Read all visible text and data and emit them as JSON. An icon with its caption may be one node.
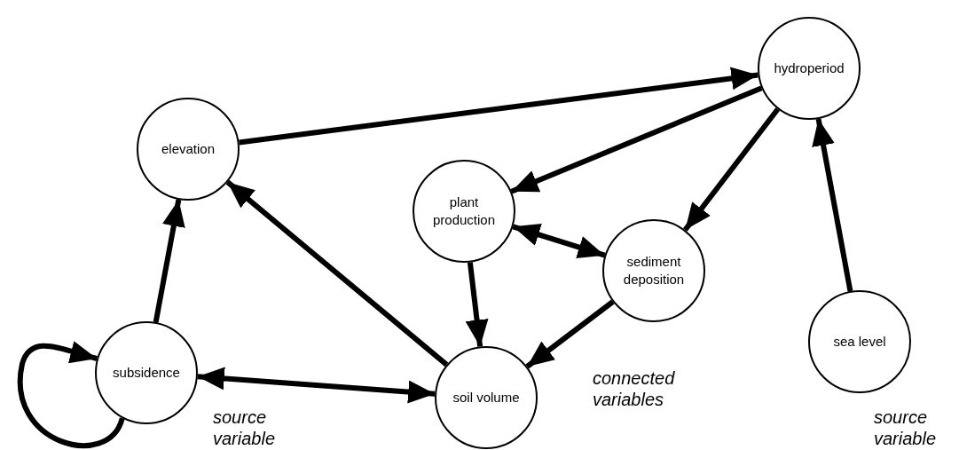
{
  "diagram": {
    "nodes": [
      {
        "text": [
          "elevation"
        ]
      },
      {
        "text": [
          "hydroperiod"
        ]
      },
      {
        "text": [
          "plant production"
        ]
      },
      {
        "text": [
          "sediment deposition"
        ]
      },
      {
        "text": [
          "sea level"
        ]
      },
      {
        "text": [
          "subsidence"
        ]
      },
      {
        "text": [
          "soil volume"
        ]
      }
    ],
    "edges": [
      {
        "from": 0,
        "to": 1,
        "arrow": "to"
      },
      {
        "from": 1,
        "to": 2,
        "arrow": "to"
      },
      {
        "from": 1,
        "to": 3,
        "arrow": "to"
      },
      {
        "from": 4,
        "to": 1,
        "arrow": "to"
      },
      {
        "from": 2,
        "to": 3,
        "arrow": "both"
      },
      {
        "from": 2,
        "to": 6,
        "arrow": "to"
      },
      {
        "from": 3,
        "to": 6,
        "arrow": "to"
      },
      {
        "from": 6,
        "to": 0,
        "arrow": "to"
      },
      {
        "from": 5,
        "to": 0,
        "arrow": "to"
      },
      {
        "from": 5,
        "to": 6,
        "arrow": "both"
      },
      {
        "from": 5,
        "to": 5,
        "arrow": "to"
      }
    ],
    "labels": [
      "source variable",
      "connected variables",
      "source variable"
    ]
  }
}
